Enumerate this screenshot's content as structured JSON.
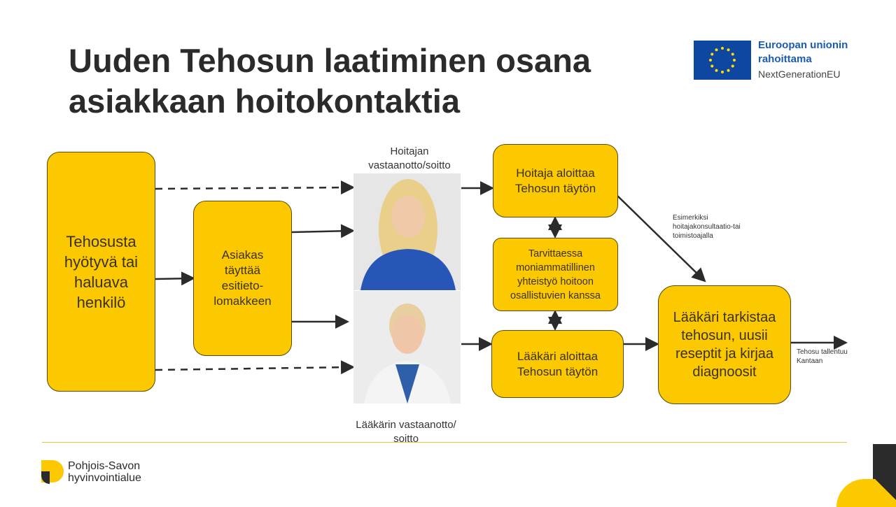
{
  "title": "Uuden Tehosun laatiminen osana asiakkaan hoitokontaktia",
  "eu_logo": {
    "line1": "Euroopan unionin",
    "line2": "rahoittama",
    "line3": "NextGenerationEU",
    "flag_color": "#0e47a1",
    "star_color": "#ffde00"
  },
  "boxes": {
    "person": "Tehosusta hyötyvä tai haluava henkilö",
    "client_form": "Asiakas täyttää esitieto-lomakkeen",
    "nurse_start": "Hoitaja aloittaa Tehosun täytön",
    "multi": "Tarvittaessa moniammatillinen yhteistyö hoitoon osallistuvien kanssa",
    "doctor_start": "Lääkäri aloittaa Tehosun täytön",
    "doctor_check": "Lääkäri tarkistaa tehosun, uusii reseptit ja kirjaa diagnoosit"
  },
  "captions": {
    "nurse": "Hoitajan vastaanotto/soitto",
    "doctor": "Lääkärin vastaanotto/ soitto"
  },
  "notes": {
    "example": "Esimerkiksi hoitajakonsultaatio-tai toimistoajalla",
    "saved": "Tehosu tallentuu Kantaan"
  },
  "footer_logo": {
    "line1": "Pohjois-Savon",
    "line2": "hyvinvointialue"
  },
  "colors": {
    "accent": "#fcc800",
    "text": "#2b2b2b"
  }
}
